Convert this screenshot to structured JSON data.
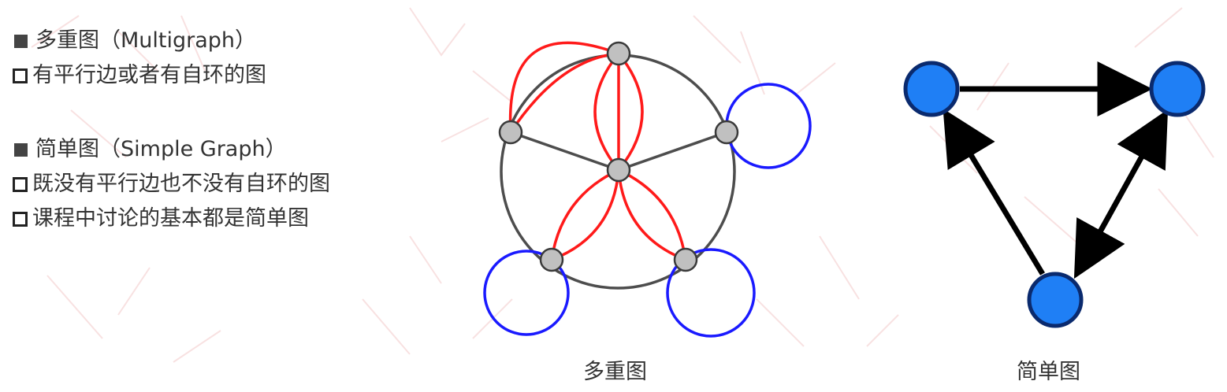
{
  "sections": [
    {
      "heading": "多重图（Multigraph）",
      "items": [
        "有平行边或者有自环的图"
      ]
    },
    {
      "heading": "简单图（Simple Graph）",
      "items": [
        "既没有平行边也不没有自环的图",
        "课程中讨论的基本都是简单图"
      ]
    }
  ],
  "captions": {
    "multigraph": "多重图",
    "simple": "简单图"
  },
  "colors": {
    "text": "#333333",
    "parallel_edge": "#ff1a1a",
    "self_loop": "#1a1aff",
    "plain_edge": "#4d4d4d",
    "multigraph_node": "#c0c0c0",
    "simple_node": "#1f7ff5",
    "simple_node_border": "#0a2a6e",
    "arrow": "#000000"
  }
}
